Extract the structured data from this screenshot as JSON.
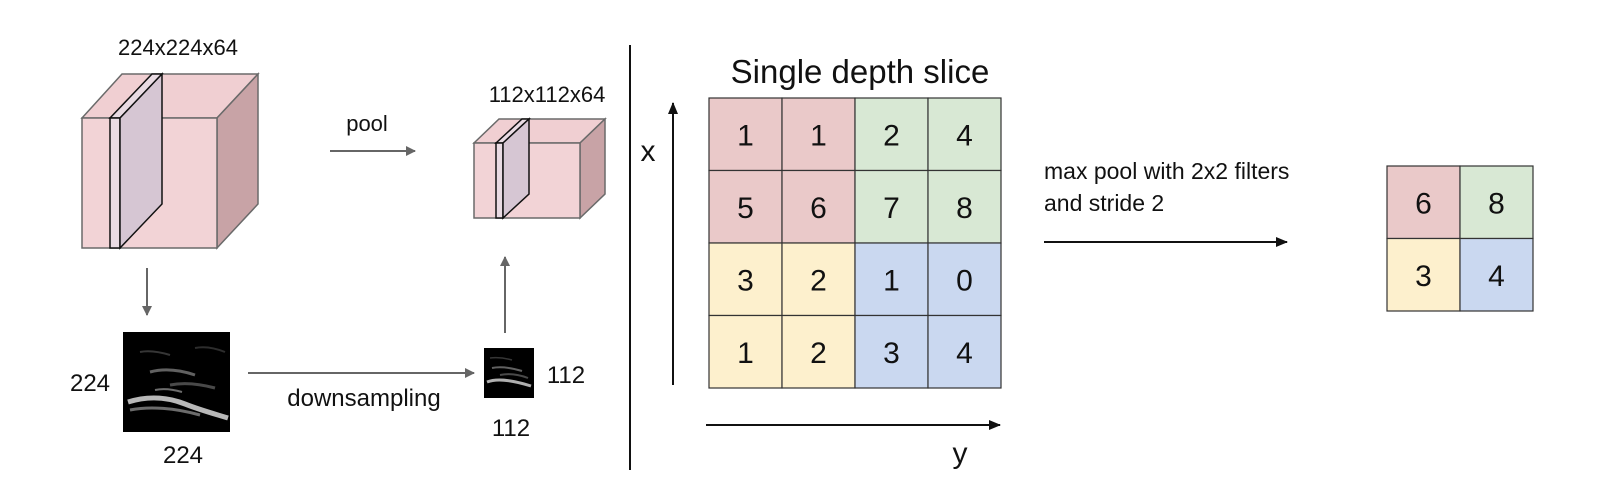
{
  "left_panel": {
    "input_volume_label": "224x224x64",
    "output_volume_label": "112x112x64",
    "pool_label": "pool",
    "downsampling_label": "downsampling",
    "input_slice_height_label": "224",
    "input_slice_width_label": "224",
    "output_slice_height_label": "112",
    "output_slice_width_label": "112"
  },
  "right_panel": {
    "title": "Single depth slice",
    "x_axis_label": "x",
    "y_axis_label": "y",
    "operation_line1": "max pool with 2x2 filters",
    "operation_line2": "and stride 2",
    "input_grid": [
      [
        "1",
        "1",
        "2",
        "4"
      ],
      [
        "5",
        "6",
        "7",
        "8"
      ],
      [
        "3",
        "2",
        "1",
        "0"
      ],
      [
        "1",
        "2",
        "3",
        "4"
      ]
    ],
    "output_grid": [
      [
        "6",
        "8"
      ],
      [
        "3",
        "4"
      ]
    ]
  },
  "colors": {
    "red_quadrant": "#eac9c9",
    "green_quadrant": "#d8e8d4",
    "yellow_quadrant": "#fdf0cd",
    "blue_quadrant": "#cad8f0",
    "cube_front": "#f2d3d6",
    "cube_top": "#f0cfd2",
    "cube_side": "#c8a3a6",
    "slice_fill": "#d6c6d3",
    "arrow": "#666666"
  }
}
